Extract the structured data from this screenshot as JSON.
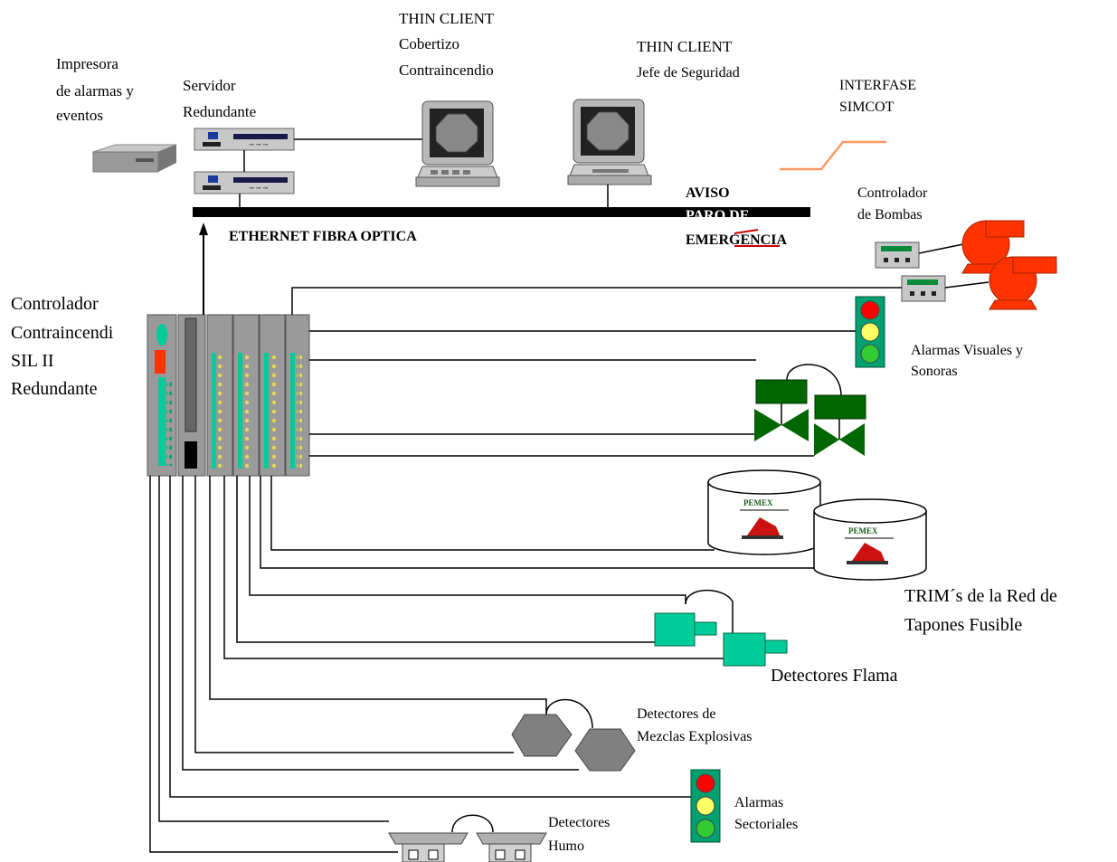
{
  "labels": {
    "printer": [
      "Impresora",
      "de alarmas y",
      " eventos"
    ],
    "server": [
      "Servidor",
      "Redundante"
    ],
    "thin_client_1": [
      "THIN CLIENT",
      "Cobertizo",
      "Contraincendio"
    ],
    "thin_client_2": [
      "THIN CLIENT",
      "Jefe de Seguridad"
    ],
    "interface": [
      "INTERFASE",
      "SIMCOT"
    ],
    "ethernet": "ETHERNET FIBRA OPTICA",
    "emergency": [
      "AVISO",
      "PARO DE",
      "EMERGENCIA"
    ],
    "pump_controller": [
      "Controlador",
      "de Bombas"
    ],
    "controller": [
      "Controlador",
      "Contraincendi",
      "SIL II",
      "Redundante"
    ],
    "visual_alarms": [
      "Alarmas Visuales y",
      "Sonoras"
    ],
    "trims": [
      "TRIM´s de la Red de",
      "Tapones Fusible"
    ],
    "flame_detectors": "Detectores Flama",
    "explosive_detectors": [
      "Detectores de",
      "Mezclas Explosivas"
    ],
    "sector_alarms": [
      "Alarmas",
      "Sectoriales"
    ],
    "smoke_detectors": [
      "Detectores",
      "Humo"
    ],
    "tank_logo": "PEMEX"
  },
  "colors": {
    "bus": "#000000",
    "pump": "#ff3300",
    "valve": "#006600",
    "flame_detector": "#00cc99",
    "gas_detector": "#808080",
    "lamp_red": "#ff0000",
    "lamp_yellow": "#ffff66",
    "lamp_green": "#33cc33",
    "lamp_body": "#00a070",
    "interface_line": "#ff9966"
  }
}
